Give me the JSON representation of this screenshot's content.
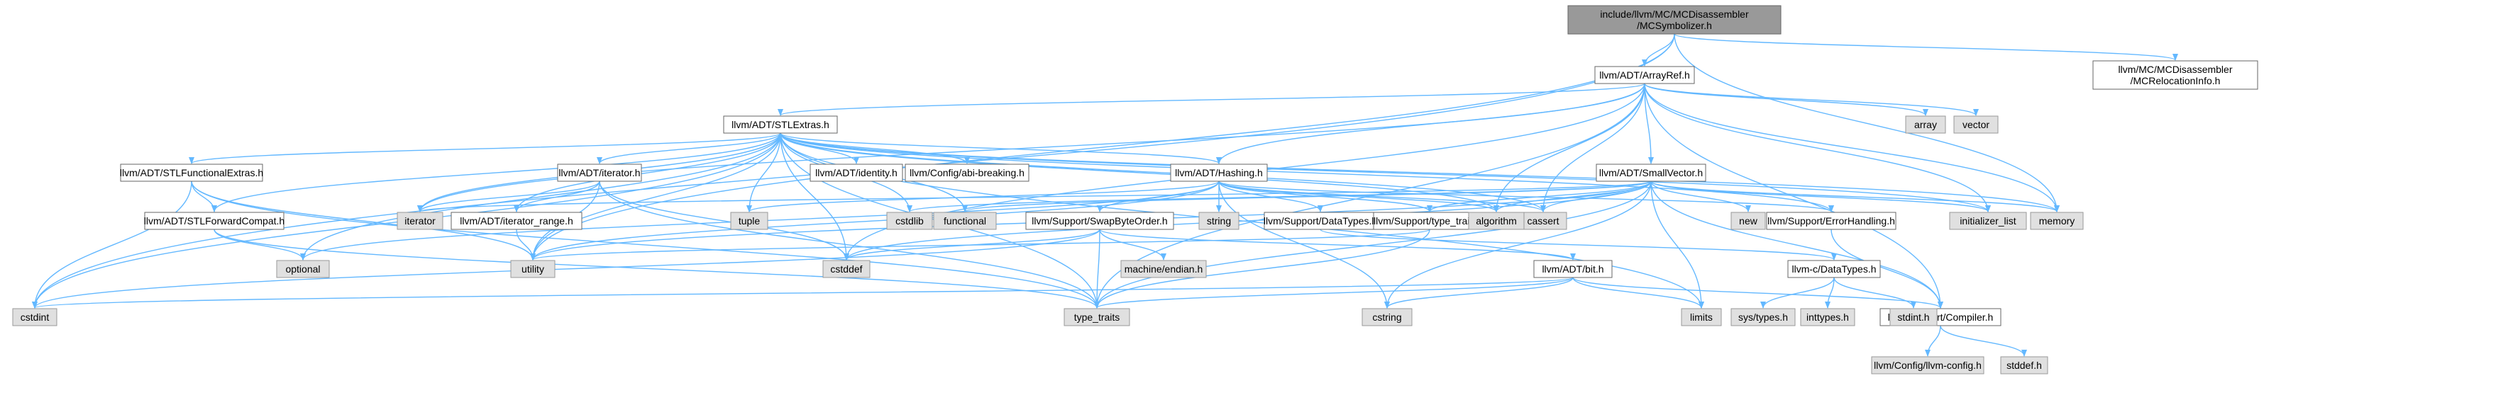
{
  "colors": {
    "edge": "#63b8ff",
    "root_fill": "#999999",
    "node_fill": "#ffffff",
    "external_fill": "#e0e0e0",
    "node_border": "#666666",
    "external_border": "#999999"
  },
  "nodes": {
    "root": [
      "include/llvm/MC/MCDisassembler",
      "/MCSymbolizer.h"
    ],
    "arrayref": [
      "llvm/ADT/ArrayRef.h"
    ],
    "mcreloc": [
      "llvm/MC/MCDisassembler",
      "/MCRelocationInfo.h"
    ],
    "stlextras": [
      "llvm/ADT/STLExtras.h"
    ],
    "smallvector": [
      "llvm/ADT/SmallVector.h"
    ],
    "hashing": [
      "llvm/ADT/Hashing.h"
    ],
    "stlfunc": [
      "llvm/ADT/STLFunctionalExtras.h"
    ],
    "iteratorh": [
      "llvm/ADT/iterator.h"
    ],
    "identity": [
      "llvm/ADT/identity.h"
    ],
    "abibreaking": [
      "llvm/Config/abi-breaking.h"
    ],
    "stlfwd": [
      "llvm/ADT/STLForwardCompat.h"
    ],
    "iterrange": [
      "llvm/ADT/iterator_range.h"
    ],
    "swapbyte": [
      "llvm/Support/SwapByteOrder.h"
    ],
    "supdatatypes": [
      "llvm/Support/DataTypes.h"
    ],
    "typetraitsh": [
      "llvm/Support/type_traits.h"
    ],
    "errorhandling": [
      "llvm/Support/ErrorHandling.h"
    ],
    "bith": [
      "llvm/ADT/bit.h"
    ],
    "cdatatypes": [
      "llvm-c/DataTypes.h"
    ],
    "compiler": [
      "llvm/Support/Compiler.h"
    ],
    "llvmconfig": [
      "llvm/Config/llvm-config.h"
    ],
    "array": [
      "array"
    ],
    "vector": [
      "vector"
    ],
    "memory": [
      "memory"
    ],
    "initlist": [
      "initializer_list"
    ],
    "cassert": [
      "cassert"
    ],
    "algorithm": [
      "algorithm"
    ],
    "new": [
      "new"
    ],
    "tuple": [
      "tuple"
    ],
    "cstdlib": [
      "cstdlib"
    ],
    "functional": [
      "functional"
    ],
    "string": [
      "string"
    ],
    "iterator": [
      "iterator"
    ],
    "optional": [
      "optional"
    ],
    "utility": [
      "utility"
    ],
    "cstddef": [
      "cstddef"
    ],
    "machineendian": [
      "machine/endian.h"
    ],
    "cstdint": [
      "cstdint"
    ],
    "typetraits": [
      "type_traits"
    ],
    "cstring": [
      "cstring"
    ],
    "limits": [
      "limits"
    ],
    "systypes": [
      "sys/types.h"
    ],
    "inttypes": [
      "inttypes.h"
    ],
    "stdinth": [
      "stdint.h"
    ],
    "stddefh": [
      "stddef.h"
    ]
  },
  "edges": [
    [
      "root",
      "arrayref"
    ],
    [
      "root",
      "mcreloc"
    ],
    [
      "root",
      "memory"
    ],
    [
      "root",
      "cstdint"
    ],
    [
      "root",
      "utility"
    ],
    [
      "arrayref",
      "stlextras"
    ],
    [
      "arrayref",
      "smallvector"
    ],
    [
      "arrayref",
      "hashing"
    ],
    [
      "arrayref",
      "compiler"
    ],
    [
      "arrayref",
      "algorithm"
    ],
    [
      "arrayref",
      "array"
    ],
    [
      "arrayref",
      "cassert"
    ],
    [
      "arrayref",
      "cstddef"
    ],
    [
      "arrayref",
      "initlist"
    ],
    [
      "arrayref",
      "iterator"
    ],
    [
      "arrayref",
      "memory"
    ],
    [
      "arrayref",
      "typetraits"
    ],
    [
      "arrayref",
      "vector"
    ],
    [
      "stlextras",
      "stlfunc"
    ],
    [
      "stlextras",
      "stlfwd"
    ],
    [
      "stlextras",
      "hashing"
    ],
    [
      "stlextras",
      "iteratorh"
    ],
    [
      "stlextras",
      "iterrange"
    ],
    [
      "stlextras",
      "identity"
    ],
    [
      "stlextras",
      "abibreaking"
    ],
    [
      "stlextras",
      "errorhandling"
    ],
    [
      "stlextras",
      "algorithm"
    ],
    [
      "stlextras",
      "cassert"
    ],
    [
      "stlextras",
      "cstddef"
    ],
    [
      "stlextras",
      "cstdint"
    ],
    [
      "stlextras",
      "cstdlib"
    ],
    [
      "stlextras",
      "functional"
    ],
    [
      "stlextras",
      "initlist"
    ],
    [
      "stlextras",
      "iterator"
    ],
    [
      "stlextras",
      "limits"
    ],
    [
      "stlextras",
      "memory"
    ],
    [
      "stlextras",
      "optional"
    ],
    [
      "stlextras",
      "tuple"
    ],
    [
      "stlextras",
      "typetraits"
    ],
    [
      "stlextras",
      "utility"
    ],
    [
      "stlfunc",
      "stlfwd"
    ],
    [
      "stlfunc",
      "cstdint"
    ],
    [
      "stlfunc",
      "typetraits"
    ],
    [
      "stlfunc",
      "utility"
    ],
    [
      "stlfwd",
      "optional"
    ],
    [
      "stlfwd",
      "typetraits"
    ],
    [
      "hashing",
      "errorhandling"
    ],
    [
      "hashing",
      "supdatatypes"
    ],
    [
      "hashing",
      "swapbyte"
    ],
    [
      "hashing",
      "typetraitsh"
    ],
    [
      "hashing",
      "algorithm"
    ],
    [
      "hashing",
      "cassert"
    ],
    [
      "hashing",
      "cstring"
    ],
    [
      "hashing",
      "optional"
    ],
    [
      "hashing",
      "string"
    ],
    [
      "hashing",
      "tuple"
    ],
    [
      "hashing",
      "utility"
    ],
    [
      "errorhandling",
      "compiler"
    ],
    [
      "compiler",
      "llvmconfig"
    ],
    [
      "compiler",
      "stddefh"
    ],
    [
      "supdatatypes",
      "cdatatypes"
    ],
    [
      "cdatatypes",
      "inttypes"
    ],
    [
      "cdatatypes",
      "stdinth"
    ],
    [
      "cdatatypes",
      "systypes"
    ],
    [
      "swapbyte",
      "bith"
    ],
    [
      "swapbyte",
      "cstddef"
    ],
    [
      "swapbyte",
      "cstdint"
    ],
    [
      "swapbyte",
      "typetraits"
    ],
    [
      "swapbyte",
      "machineendian"
    ],
    [
      "bith",
      "compiler"
    ],
    [
      "bith",
      "cstdint"
    ],
    [
      "bith",
      "limits"
    ],
    [
      "bith",
      "typetraits"
    ],
    [
      "bith",
      "cstring"
    ],
    [
      "typetraitsh",
      "typetraits"
    ],
    [
      "typetraitsh",
      "utility"
    ],
    [
      "iteratorh",
      "iterrange"
    ],
    [
      "iteratorh",
      "cstddef"
    ],
    [
      "iteratorh",
      "iterator"
    ],
    [
      "iteratorh",
      "typetraits"
    ],
    [
      "iteratorh",
      "utility"
    ],
    [
      "iterrange",
      "utility"
    ],
    [
      "smallvector",
      "compiler"
    ],
    [
      "smallvector",
      "typetraitsh"
    ],
    [
      "smallvector",
      "algorithm"
    ],
    [
      "smallvector",
      "cassert"
    ],
    [
      "smallvector",
      "cstddef"
    ],
    [
      "smallvector",
      "cstdlib"
    ],
    [
      "smallvector",
      "cstring"
    ],
    [
      "smallvector",
      "functional"
    ],
    [
      "smallvector",
      "initlist"
    ],
    [
      "smallvector",
      "iterator"
    ],
    [
      "smallvector",
      "limits"
    ],
    [
      "smallvector",
      "memory"
    ],
    [
      "smallvector",
      "new"
    ],
    [
      "smallvector",
      "typetraits"
    ],
    [
      "smallvector",
      "utility"
    ]
  ]
}
